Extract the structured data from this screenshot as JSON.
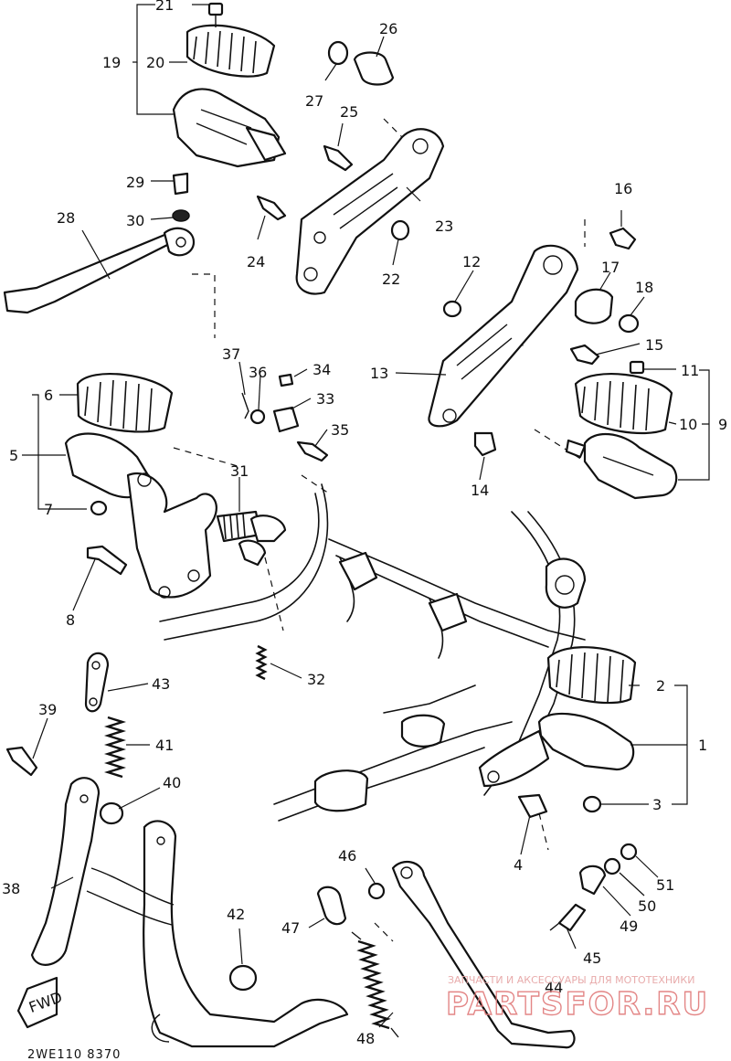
{
  "callouts": [
    {
      "id": "c1",
      "text": "1"
    },
    {
      "id": "c2",
      "text": "2"
    },
    {
      "id": "c3",
      "text": "3"
    },
    {
      "id": "c4",
      "text": "4"
    },
    {
      "id": "c5",
      "text": "5"
    },
    {
      "id": "c6",
      "text": "6"
    },
    {
      "id": "c7",
      "text": "7"
    },
    {
      "id": "c8",
      "text": "8"
    },
    {
      "id": "c9",
      "text": "9"
    },
    {
      "id": "c10",
      "text": "10"
    },
    {
      "id": "c11",
      "text": "11"
    },
    {
      "id": "c12",
      "text": "12"
    },
    {
      "id": "c13",
      "text": "13"
    },
    {
      "id": "c14",
      "text": "14"
    },
    {
      "id": "c15",
      "text": "15"
    },
    {
      "id": "c16",
      "text": "16"
    },
    {
      "id": "c17",
      "text": "17"
    },
    {
      "id": "c18",
      "text": "18"
    },
    {
      "id": "c19",
      "text": "19"
    },
    {
      "id": "c20",
      "text": "20"
    },
    {
      "id": "c21",
      "text": "21"
    },
    {
      "id": "c22",
      "text": "22"
    },
    {
      "id": "c23",
      "text": "23"
    },
    {
      "id": "c24",
      "text": "24"
    },
    {
      "id": "c25",
      "text": "25"
    },
    {
      "id": "c26",
      "text": "26"
    },
    {
      "id": "c27",
      "text": "27"
    },
    {
      "id": "c28",
      "text": "28"
    },
    {
      "id": "c29",
      "text": "29"
    },
    {
      "id": "c30",
      "text": "30"
    },
    {
      "id": "c31",
      "text": "31"
    },
    {
      "id": "c32",
      "text": "32"
    },
    {
      "id": "c33",
      "text": "33"
    },
    {
      "id": "c34",
      "text": "34"
    },
    {
      "id": "c35",
      "text": "35"
    },
    {
      "id": "c36",
      "text": "36"
    },
    {
      "id": "c37",
      "text": "37"
    },
    {
      "id": "c38",
      "text": "38"
    },
    {
      "id": "c39",
      "text": "39"
    },
    {
      "id": "c40",
      "text": "40"
    },
    {
      "id": "c41",
      "text": "41"
    },
    {
      "id": "c42",
      "text": "42"
    },
    {
      "id": "c43",
      "text": "43"
    },
    {
      "id": "c44",
      "text": "44"
    },
    {
      "id": "c45",
      "text": "45"
    },
    {
      "id": "c46",
      "text": "46"
    },
    {
      "id": "c47",
      "text": "47"
    },
    {
      "id": "c48",
      "text": "48"
    },
    {
      "id": "c49",
      "text": "49"
    },
    {
      "id": "c50",
      "text": "50"
    },
    {
      "id": "c51",
      "text": "51"
    }
  ],
  "fwd_label": "FWD",
  "diagram_code": "2WE110 8370",
  "watermark": {
    "tagline": "ЗАПЧАСТИ И АКСЕССУАРЫ ДЛЯ МОТОТЕХНИКИ",
    "brand": "PARTSFOR.RU",
    "color": "#e07a7a"
  }
}
